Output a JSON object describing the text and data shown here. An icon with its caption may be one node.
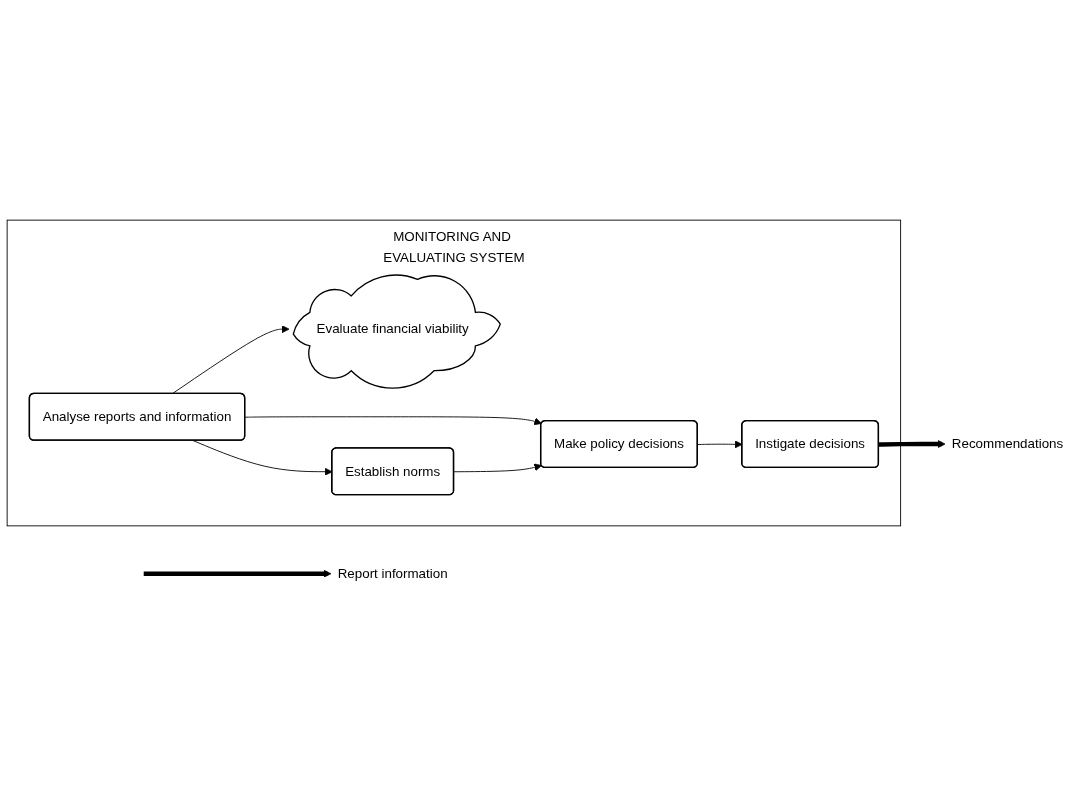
{
  "diagram": {
    "nodes": [
      {
        "text": [
          "MONITORING AND EVALUATING SYSTEM"
        ]
      },
      {
        "text": [
          "Instigate decisions"
        ],
        "in": 0
      },
      {
        "text": [
          "Evaluate financial viability"
        ],
        "in": 0
      },
      {
        "text": [
          "Analyse reports and information"
        ],
        "in": 0
      },
      {
        "text": [
          "Make policy decisions"
        ],
        "in": 0
      },
      {
        "text": [
          "Establish norms"
        ],
        "in": 0
      },
      {
        "text": [
          "Recommendations"
        ]
      },
      {
        "text": [
          "Report information"
        ]
      }
    ],
    "edges": [
      {
        "from": 4,
        "to": 1,
        "arrow": "to"
      },
      {
        "from": 3,
        "to": 2,
        "arrow": "to"
      },
      {
        "from": 3,
        "to": 4,
        "arrow": "to"
      },
      {
        "from": 3,
        "to": 5,
        "arrow": "to"
      },
      {
        "from": 5,
        "to": 4,
        "arrow": "to"
      },
      {
        "from": 1,
        "to": 6,
        "arrow": "to",
        "style": "thick"
      },
      {
        "from": null,
        "to": 7,
        "arrow": "to",
        "style": "thick"
      }
    ]
  }
}
